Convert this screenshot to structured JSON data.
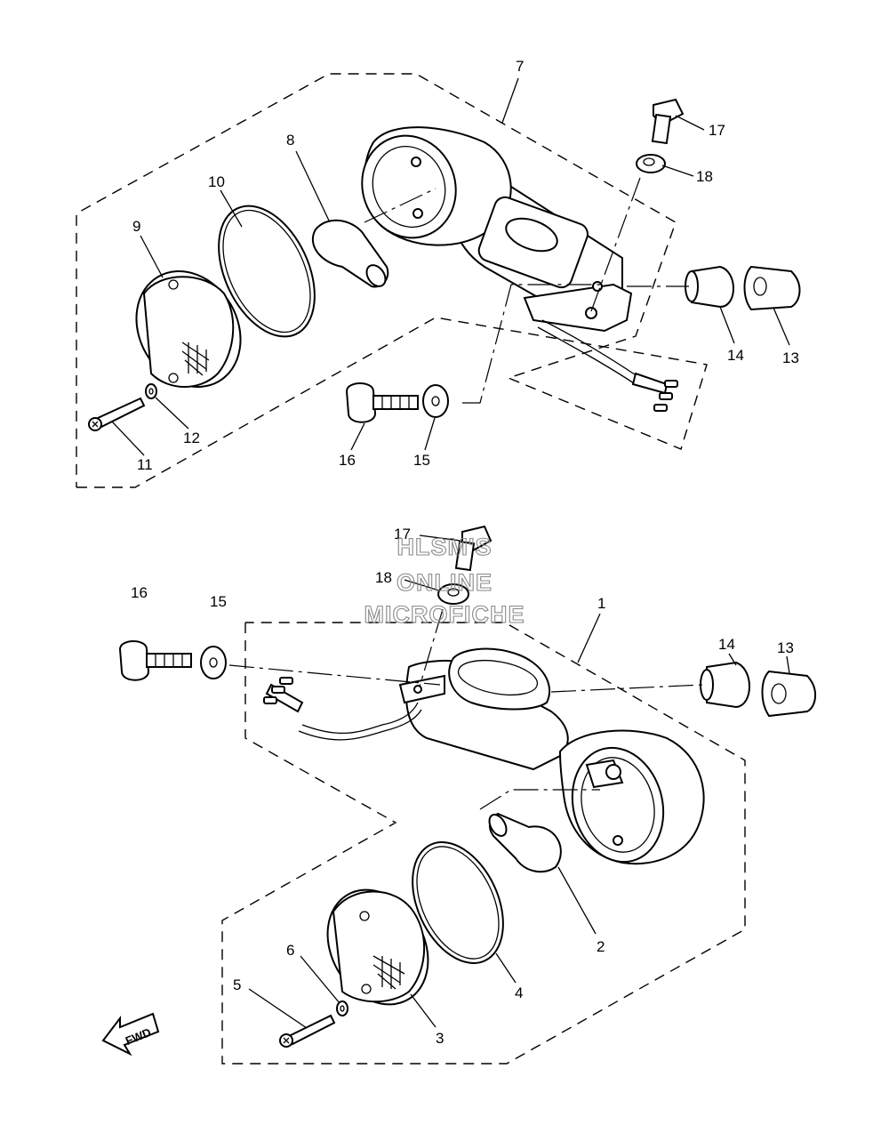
{
  "watermark": {
    "lines": [
      "HLSM'S",
      "ONLINE",
      "MICROFICHE"
    ]
  },
  "direction_label": "FWD",
  "callouts_upper": [
    "7",
    "8",
    "10",
    "9",
    "17",
    "18",
    "14",
    "13",
    "12",
    "11",
    "16",
    "15"
  ],
  "callouts_lower": [
    "17",
    "18",
    "16",
    "15",
    "1",
    "14",
    "13",
    "2",
    "4",
    "6",
    "5",
    "3"
  ]
}
